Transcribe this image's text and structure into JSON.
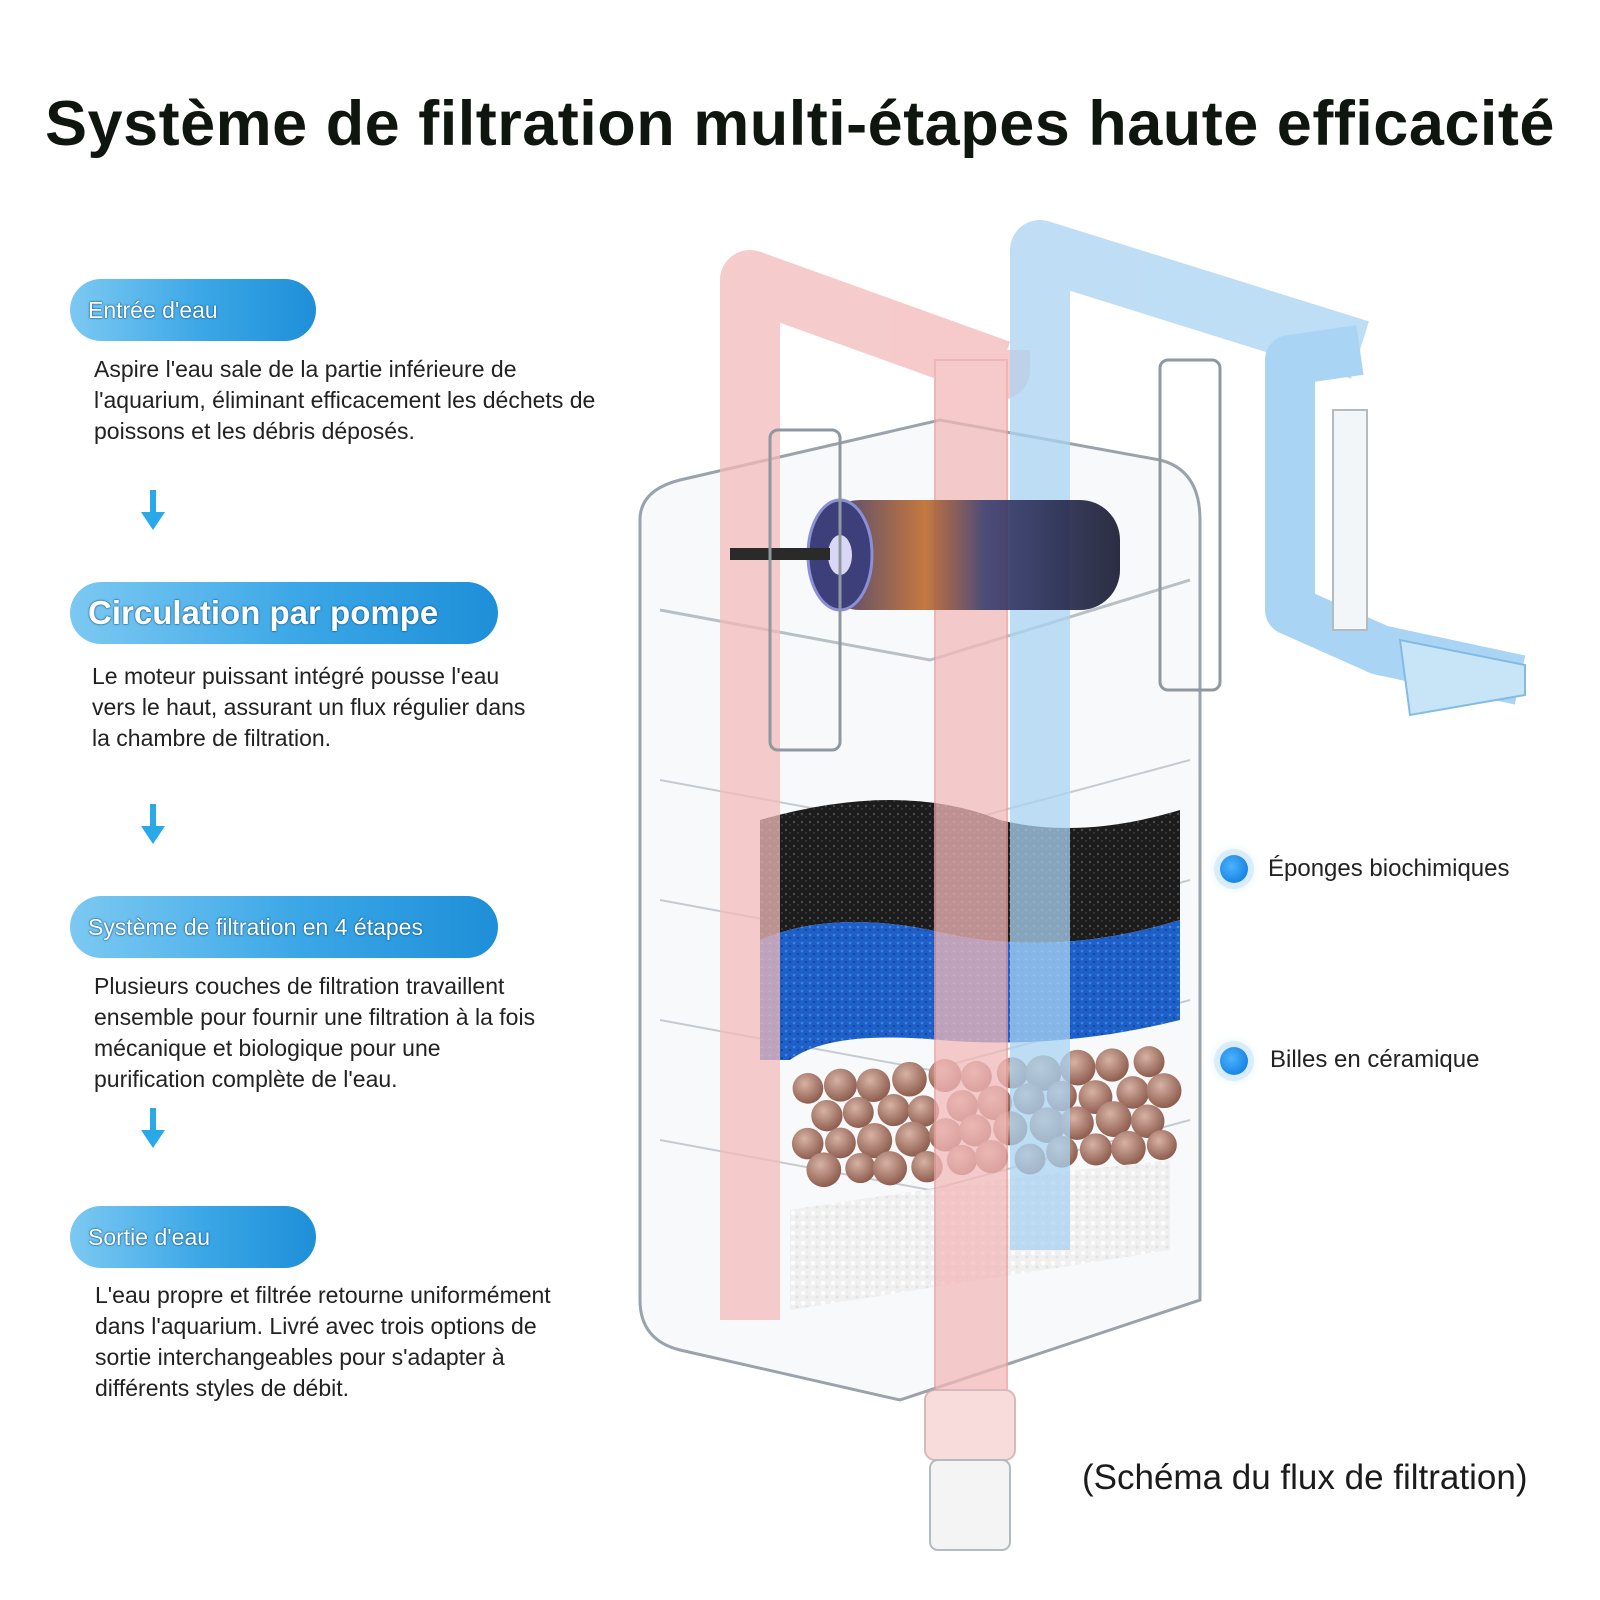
{
  "title": "Système de filtration multi-étapes haute efficacité",
  "steps": [
    {
      "label": "Entrée d'eau",
      "description": "Aspire l'eau sale de la partie inférieure de\nl'aquarium, éliminant efficacement les déchets de\npoissons et les débris déposés."
    },
    {
      "label": "Circulation par pompe",
      "description": "Le moteur puissant intégré pousse l'eau\nvers le haut, assurant un flux régulier dans\nla chambre de filtration."
    },
    {
      "label": "Système de filtration en 4 étapes",
      "description": "Plusieurs couches de filtration travaillent\nensemble pour fournir une filtration à la fois\nmécanique et biologique pour une\npurification complète de l'eau."
    },
    {
      "label": "Sortie d'eau",
      "description": "L'eau propre et filtrée retourne uniformément\ndans l'aquarium. Livré avec trois options de\nsortie interchangeables pour s'adapter à\ndifférents styles de débit."
    }
  ],
  "legend": [
    {
      "label": "Éponges biochimiques"
    },
    {
      "label": "Billes en céramique"
    }
  ],
  "caption": "(Schéma du flux de filtration)",
  "colors": {
    "pill_blue": "#2b9be0",
    "arrow_blue": "#29a8ea",
    "inlet_pipe": "#f3b9b9",
    "outlet_pipe": "#a9d3f2",
    "sponge_black": "#1c1c1c",
    "sponge_blue": "#1f5fc8",
    "ceramic": "#a5776a"
  }
}
